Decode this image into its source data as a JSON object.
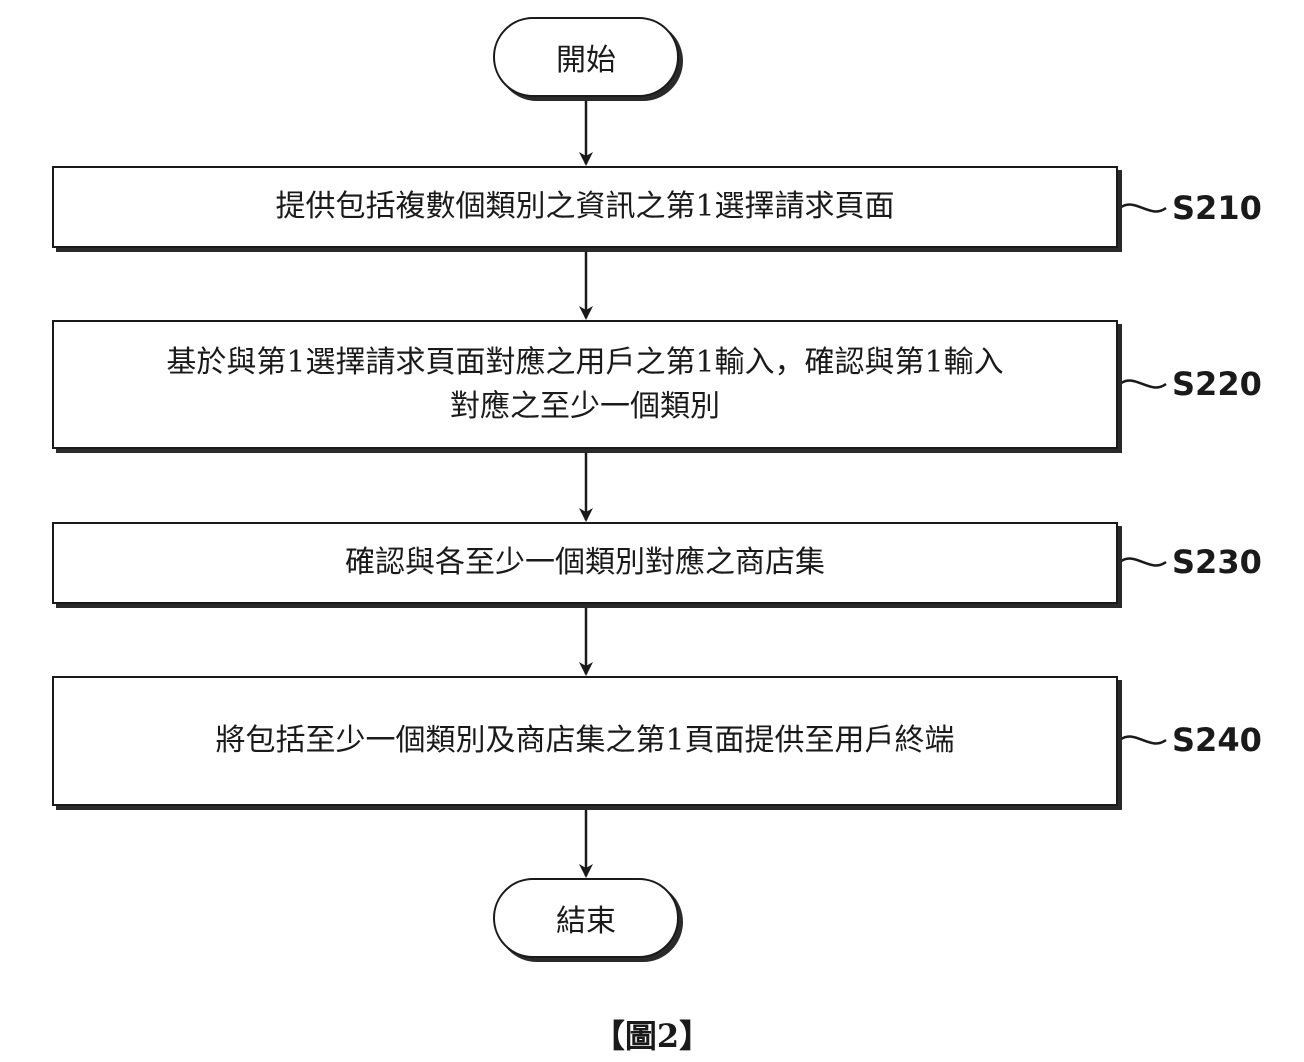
{
  "start": {
    "label": "開始"
  },
  "end": {
    "label": "結束"
  },
  "steps": [
    {
      "id": "S210",
      "lines": [
        "提供包括複數個類別之資訊之第1選擇請求頁面"
      ]
    },
    {
      "id": "S220",
      "lines": [
        "基於與第1選擇請求頁面對應之用戶之第1輸入，確認與第1輸入",
        "對應之至少一個類別"
      ]
    },
    {
      "id": "S230",
      "lines": [
        "確認與各至少一個類別對應之商店集"
      ]
    },
    {
      "id": "S240",
      "lines": [
        "將包括至少一個類別及商店集之第1頁面提供至用戶終端"
      ]
    }
  ],
  "caption": "【圖2】"
}
